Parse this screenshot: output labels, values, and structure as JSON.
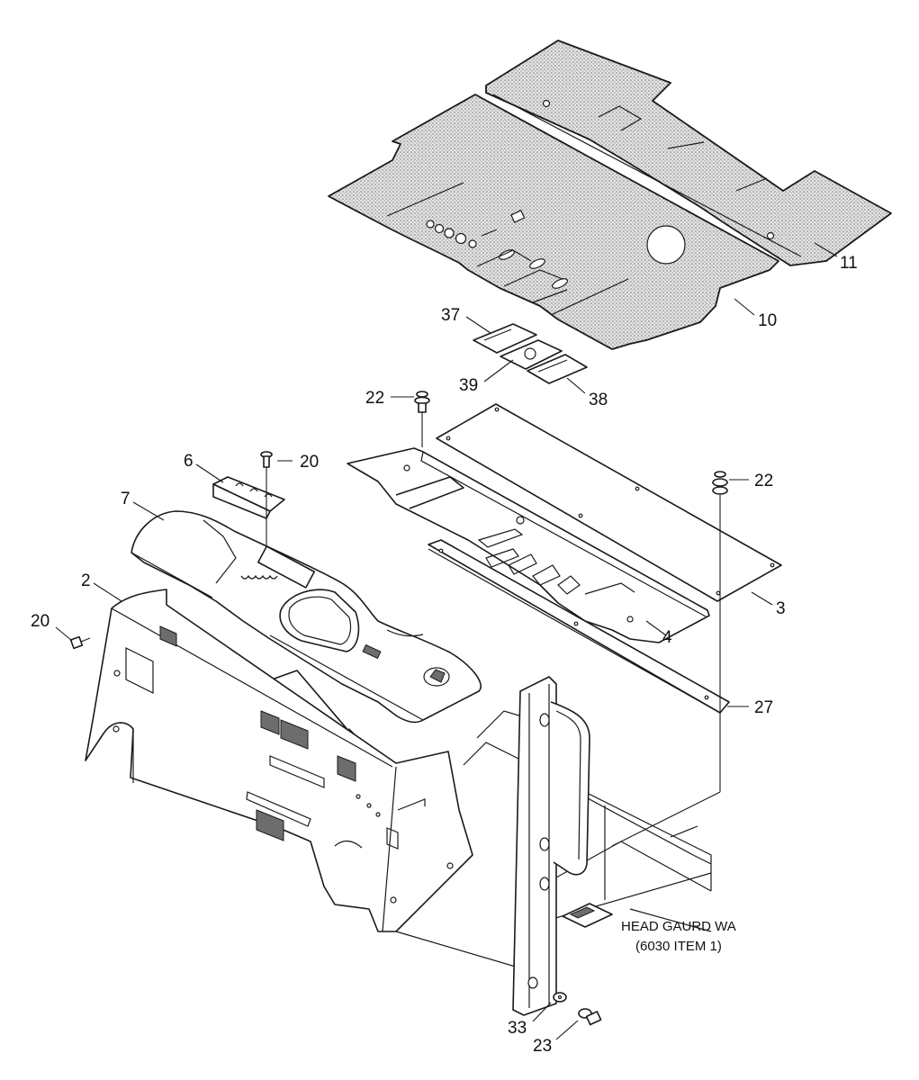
{
  "callouts": {
    "c11": "11",
    "c10": "10",
    "c37": "37",
    "c39": "39",
    "c38": "38",
    "c22a": "22",
    "c22b": "22",
    "c20a": "20",
    "c20b": "20",
    "c6": "6",
    "c7": "7",
    "c2": "2",
    "c3": "3",
    "c4": "4",
    "c27": "27",
    "c33": "33",
    "c23": "23"
  },
  "note": {
    "line1": "HEAD GAURD WA",
    "line2": "(6030 ITEM 1)"
  }
}
